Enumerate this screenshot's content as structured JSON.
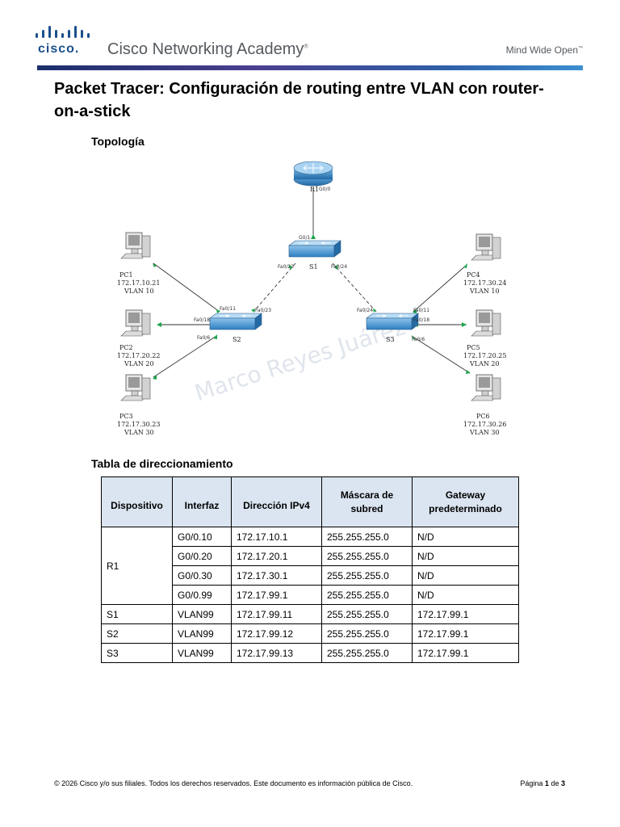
{
  "header": {
    "brand_word": "cisco",
    "brand_dot": ".",
    "academy": "Cisco Networking Academy",
    "academy_mark": "®",
    "tagline": "Mind Wide Open",
    "tagline_mark": "™",
    "colors": {
      "brand": "#1a4f8b",
      "rule_start": "#1b2f6b",
      "rule_end": "#3a8fd0"
    }
  },
  "title": "Packet Tracer: Configuración de routing entre VLAN con router-on-a-stick",
  "topology": {
    "heading": "Topología",
    "watermark": "Marco Reyes Juárez",
    "router": {
      "name": "R1",
      "port": "G0/0"
    },
    "switches": [
      {
        "name": "S1",
        "ports": [
          "G0/1",
          "Fa0/23",
          "Fa0/24"
        ]
      },
      {
        "name": "S2",
        "ports": [
          "Fa0/11",
          "Fa0/18",
          "Fa0/6",
          "Fa0/23"
        ]
      },
      {
        "name": "S3",
        "ports": [
          "Fa0/24",
          "Fa0/11",
          "Fa0/18",
          "Fa0/6"
        ]
      }
    ],
    "pcs": [
      {
        "name": "PC1",
        "ip": "172.17.10.21",
        "vlan": "VLAN 10"
      },
      {
        "name": "PC2",
        "ip": "172.17.20.22",
        "vlan": "VLAN 20"
      },
      {
        "name": "PC3",
        "ip": "172.17.30.23",
        "vlan": "VLAN 30"
      },
      {
        "name": "PC4",
        "ip": "172.17.30.24",
        "vlan": "VLAN 10"
      },
      {
        "name": "PC5",
        "ip": "172.17.20.25",
        "vlan": "VLAN 20"
      },
      {
        "name": "PC6",
        "ip": "172.17.30.26",
        "vlan": "VLAN 30"
      }
    ]
  },
  "addressing": {
    "heading": "Tabla de direccionamiento",
    "headers": [
      "Dispositivo",
      "Interfaz",
      "Dirección IPv4",
      "Máscara de subred",
      "Gateway predeterminado"
    ],
    "r1": {
      "device": "R1",
      "rows": [
        [
          "G0/0.10",
          "172.17.10.1",
          "255.255.255.0",
          "N/D"
        ],
        [
          "G0/0.20",
          "172.17.20.1",
          "255.255.255.0",
          "N/D"
        ],
        [
          "G0/0.30",
          "172.17.30.1",
          "255.255.255.0",
          "N/D"
        ],
        [
          "G0/0.99",
          "172.17.99.1",
          "255.255.255.0",
          "N/D"
        ]
      ]
    },
    "others": [
      [
        "S1",
        "VLAN99",
        "172.17.99.11",
        "255.255.255.0",
        "172.17.99.1"
      ],
      [
        "S2",
        "VLAN99",
        "172.17.99.12",
        "255.255.255.0",
        "172.17.99.1"
      ],
      [
        "S3",
        "VLAN99",
        "172.17.99.13",
        "255.255.255.0",
        "172.17.99.1"
      ]
    ]
  },
  "footer": {
    "copyright": "© 2026 Cisco y/o sus filiales. Todos los derechos reservados. Este documento es información pública de Cisco.",
    "page_word": "Página",
    "page_num": "1",
    "page_of": "de",
    "page_total": "3"
  }
}
